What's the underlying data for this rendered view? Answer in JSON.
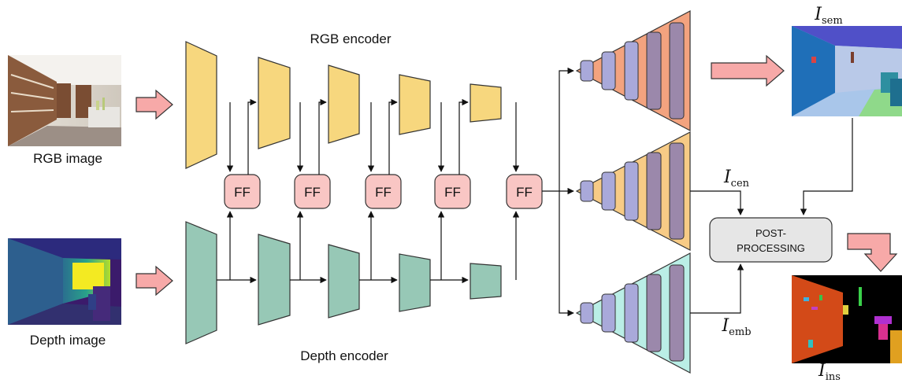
{
  "labels": {
    "rgb_encoder": "RGB encoder",
    "depth_encoder": "Depth encoder",
    "rgb_image": "RGB image",
    "depth_image": "Depth image",
    "fusion_block": "FF",
    "post_processing_line1": "POST-",
    "post_processing_line2": "PROCESSING"
  },
  "outputs": {
    "semantic": {
      "symbol": "I",
      "subscript": "sem"
    },
    "center": {
      "symbol": "I",
      "subscript": "cen"
    },
    "embedding": {
      "symbol": "I",
      "subscript": "emb"
    },
    "instance": {
      "symbol": "I",
      "subscript": "ins"
    }
  },
  "colors": {
    "rgb_encoder_fill": "#f7d77e",
    "depth_encoder_fill": "#97c8b6",
    "fusion_fill": "#f9c6c4",
    "decoder_sem_fill": "#f3a37f",
    "decoder_cen_fill": "#f7cb86",
    "decoder_emb_fill": "#baeee6",
    "decoder_bar_light": "#a9a9da",
    "decoder_bar_dark": "#9b88ab",
    "post_fill": "#e6e6e6",
    "big_arrow_fill": "#f7a9a8"
  }
}
